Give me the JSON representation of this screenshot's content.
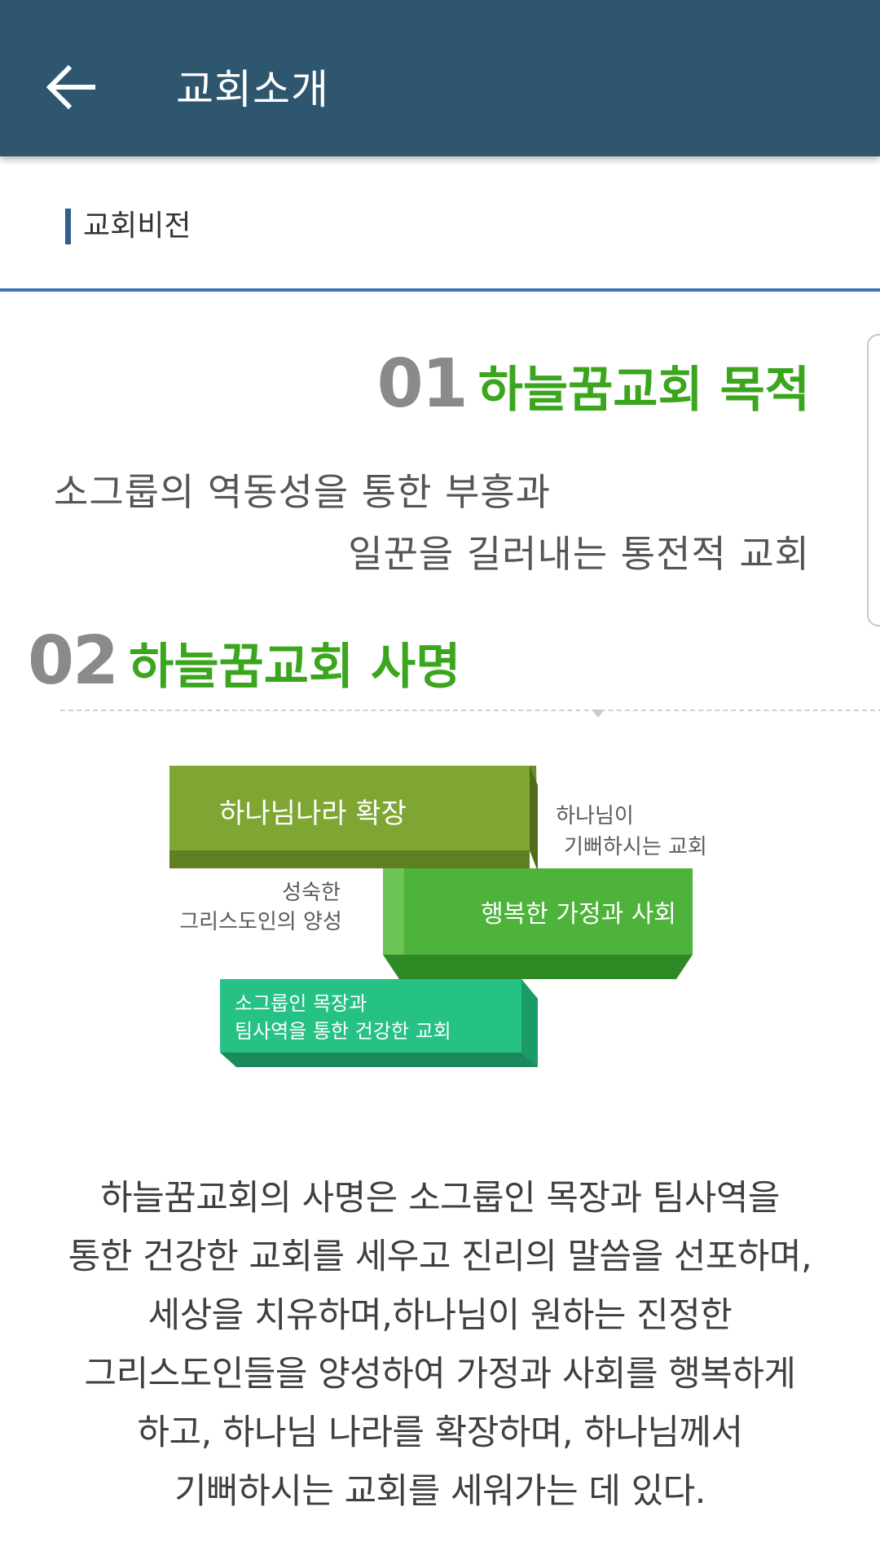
{
  "appbar": {
    "title": "교회소개"
  },
  "section": {
    "label": "교회비전"
  },
  "purpose": {
    "number": "01",
    "title": "하늘꿈교회 목적",
    "lines": [
      "소그룹의 역동성을 통한 부흥과",
      "일꾼을 길러내는 통전적 교회"
    ]
  },
  "mission": {
    "number": "02",
    "title": "하늘꿈교회 사명",
    "diagram": {
      "block1": "하나님나라 확장",
      "block2": "행복한 가정과 사회",
      "block3_line1": "소그룹인 목장과",
      "block3_line2": "팀사역을 통한 건강한 교회",
      "note_right_1": "하나님이",
      "note_right_2": "기뻐하시는 교회",
      "note_left_1": "성숙한",
      "note_left_2": "그리스도인의 양성"
    },
    "body_lines": [
      "하늘꿈교회의 사명은 소그룹인 목장과 팀사역을",
      "통한 건강한 교회를 세우고 진리의 말씀을 선포하며,",
      "세상을 치유하며,하나님이 원하는 진정한",
      "그리스도인들을 양성하여 가정과 사회를 행복하게",
      "하고, 하나님 나라를 확장하며, 하나님께서",
      "기뻐하시는  교회를 세워가는 데 있다."
    ]
  },
  "colors": {
    "appbar": "#2e566e",
    "accent_green": "#3aa51d",
    "divider_blue": "#3f72b6"
  },
  "icons": {
    "back": "arrow-left-icon"
  }
}
